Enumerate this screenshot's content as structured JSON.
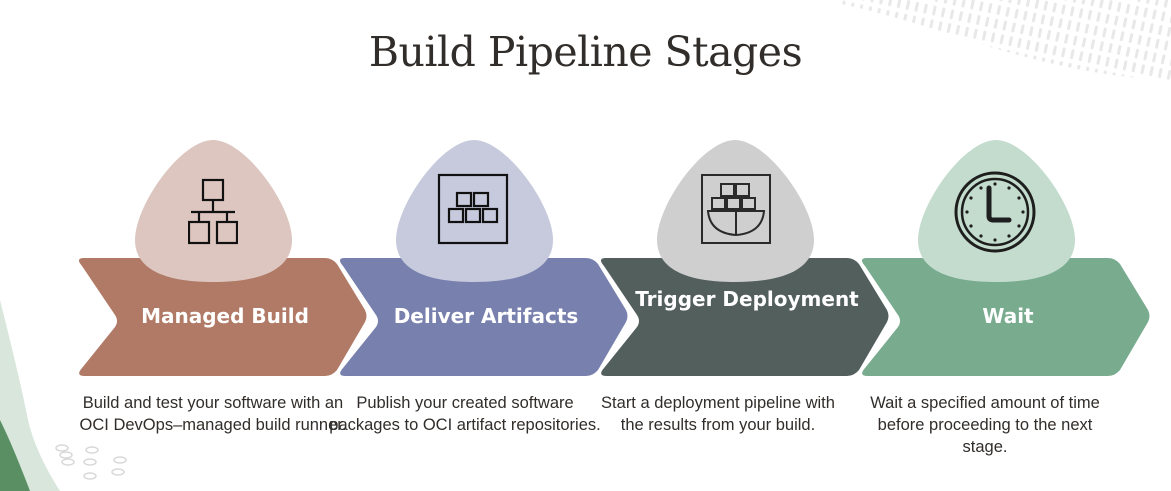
{
  "title": "Build Pipeline Stages",
  "stages": [
    {
      "label": "Managed Build",
      "icon": "network-hierarchy-icon",
      "description": "Build and test your software with an OCI DevOps–managed build runner.",
      "arrow_color": "#b07a66",
      "blob_color": "#dcc6bf"
    },
    {
      "label": "Deliver Artifacts",
      "icon": "artifact-packages-icon",
      "description": "Publish your created software packages to OCI artifact repositories.",
      "arrow_color": "#7880ad",
      "blob_color": "#c6cadc"
    },
    {
      "label": "Trigger Deployment",
      "icon": "container-ship-icon",
      "description": "Start a deployment pipeline with the results from your build.",
      "arrow_color": "#535f5d",
      "blob_color": "#cfcfcf"
    },
    {
      "label": "Wait",
      "icon": "clock-icon",
      "description": "Wait a specified amount of time before proceeding to the next stage.",
      "arrow_color": "#79ab8f",
      "blob_color": "#c3dccd"
    }
  ]
}
